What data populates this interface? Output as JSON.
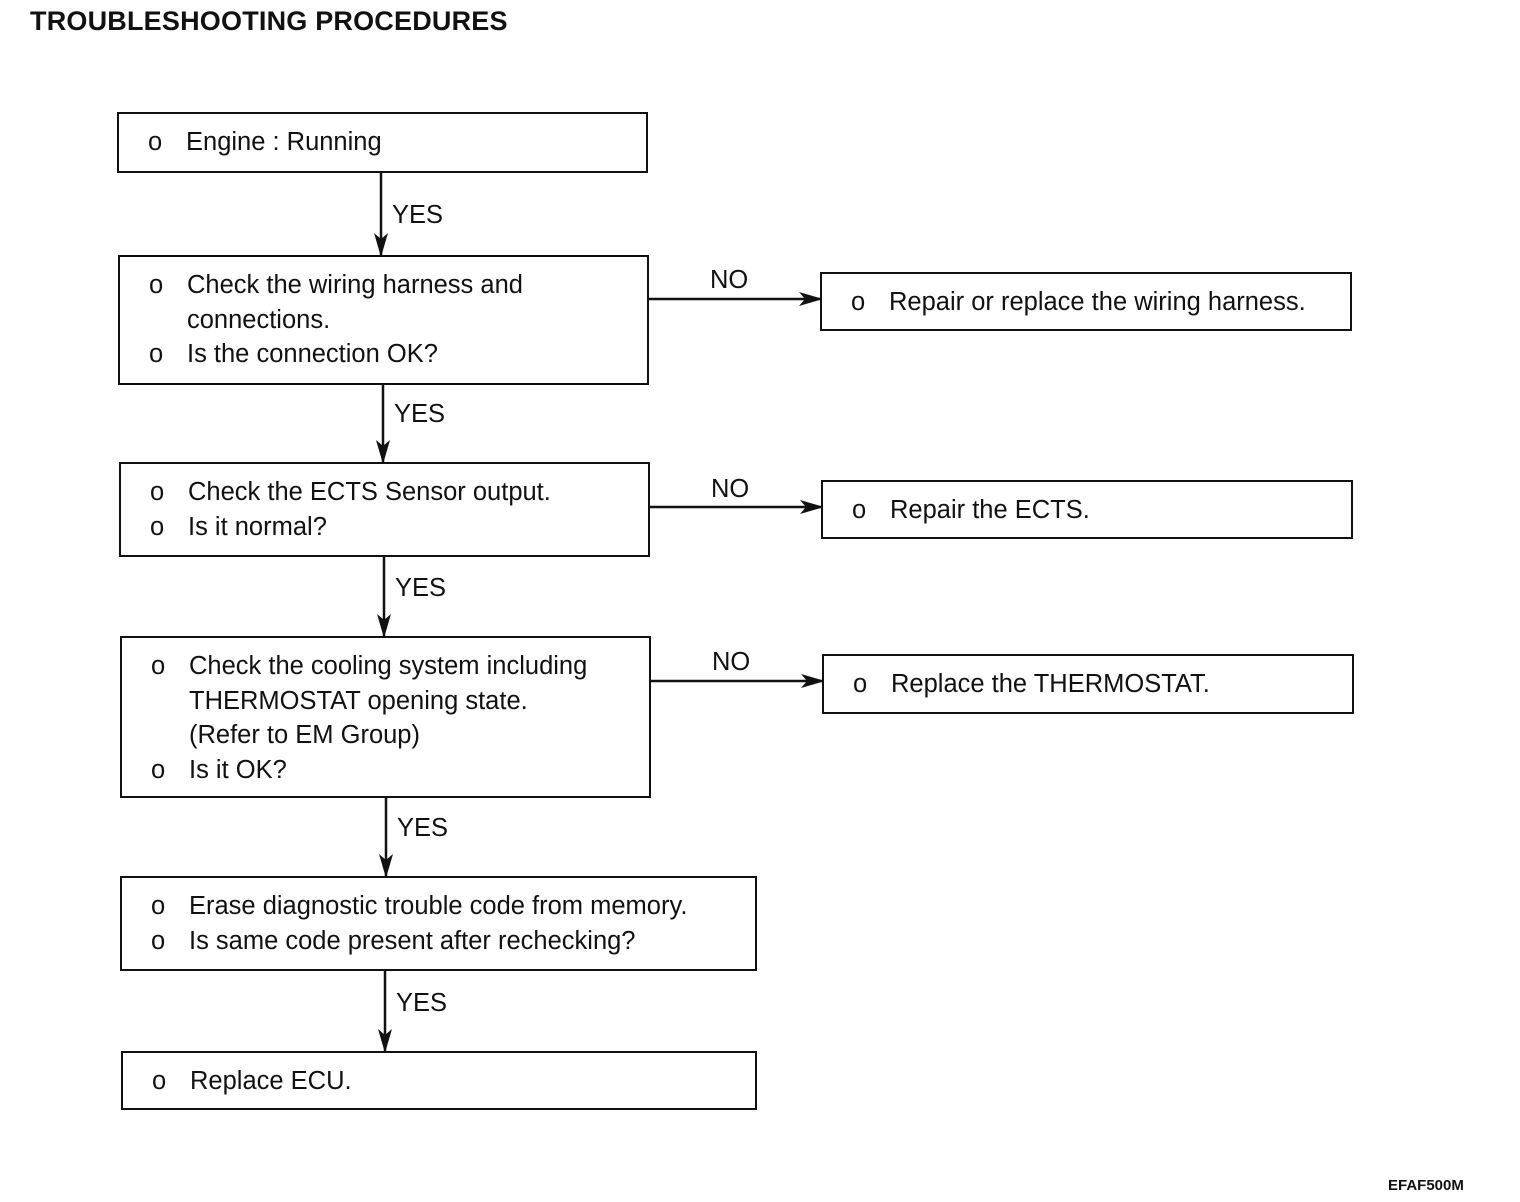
{
  "title": "TROUBLESHOOTING PROCEDURES",
  "bullet": "o",
  "steps": [
    {
      "lines": [
        [
          "Engine : Running"
        ]
      ]
    },
    {
      "lines": [
        [
          "Check the wiring harness and",
          "connections."
        ],
        [
          "Is the connection OK?"
        ]
      ]
    },
    {
      "lines": [
        [
          "Check the ECTS Sensor output."
        ],
        [
          "Is it normal?"
        ]
      ]
    },
    {
      "lines": [
        [
          "Check the cooling system including",
          "THERMOSTAT opening state.",
          "(Refer to EM Group)"
        ],
        [
          "Is it OK?"
        ]
      ]
    },
    {
      "lines": [
        [
          "Erase diagnostic trouble code from memory."
        ],
        [
          "Is same code present after rechecking?"
        ]
      ]
    },
    {
      "lines": [
        [
          "Replace ECU."
        ]
      ]
    }
  ],
  "actions": [
    {
      "text": "Repair or replace the wiring harness."
    },
    {
      "text": "Repair the ECTS."
    },
    {
      "text": "Replace the THERMOSTAT."
    }
  ],
  "labels": {
    "yes": "YES",
    "no": "NO"
  },
  "figure_code": "EFAF500M"
}
